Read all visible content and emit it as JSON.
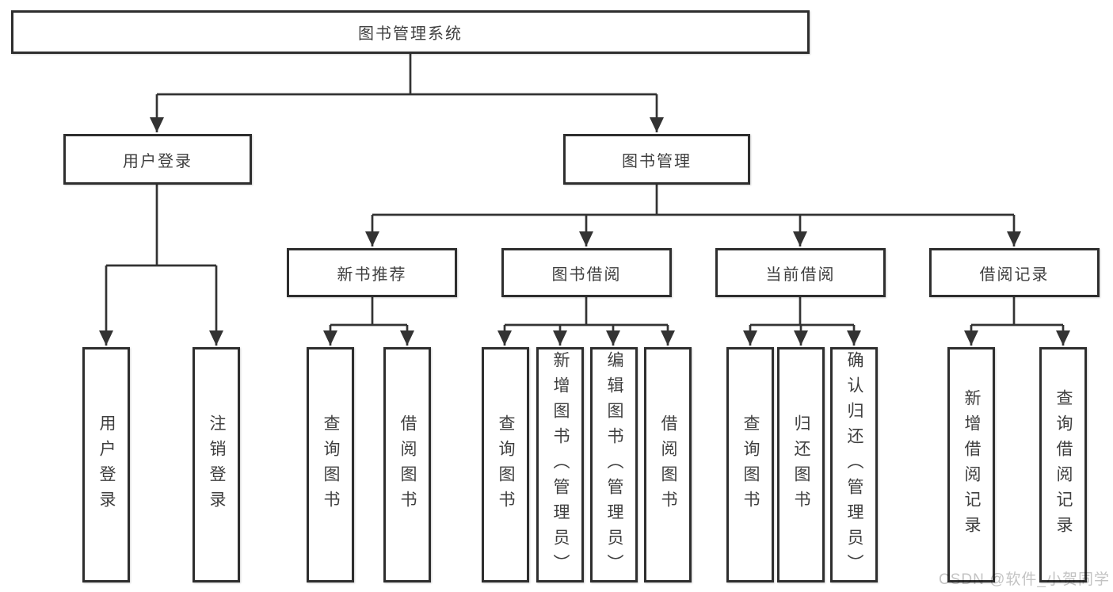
{
  "colors": {
    "line": "#333333",
    "box_border": "#2e2e2e",
    "text": "#3f3f3f",
    "watermark": "#c3c3c3",
    "background": "#ffffff"
  },
  "watermark": {
    "text": "CSDN @软件_小贺同学"
  },
  "diagram": {
    "type": "tree",
    "root": {
      "label": "图书管理系统"
    },
    "branches": [
      {
        "label": "用户登录",
        "leaves": [
          "用户登录",
          "注销登录"
        ]
      },
      {
        "label": "图书管理",
        "groups": [
          {
            "label": "新书推荐",
            "leaves": [
              "查询图书",
              "借阅图书"
            ]
          },
          {
            "label": "图书借阅",
            "leaves": [
              "查询图书",
              "新增图书（管理员）",
              "编辑图书（管理员）",
              "借阅图书"
            ]
          },
          {
            "label": "当前借阅",
            "leaves": [
              "查询图书",
              "归还图书",
              "确认归还（管理员）"
            ]
          },
          {
            "label": "借阅记录",
            "leaves": [
              "新增借阅记录",
              "查询借阅记录"
            ]
          }
        ]
      }
    ]
  }
}
